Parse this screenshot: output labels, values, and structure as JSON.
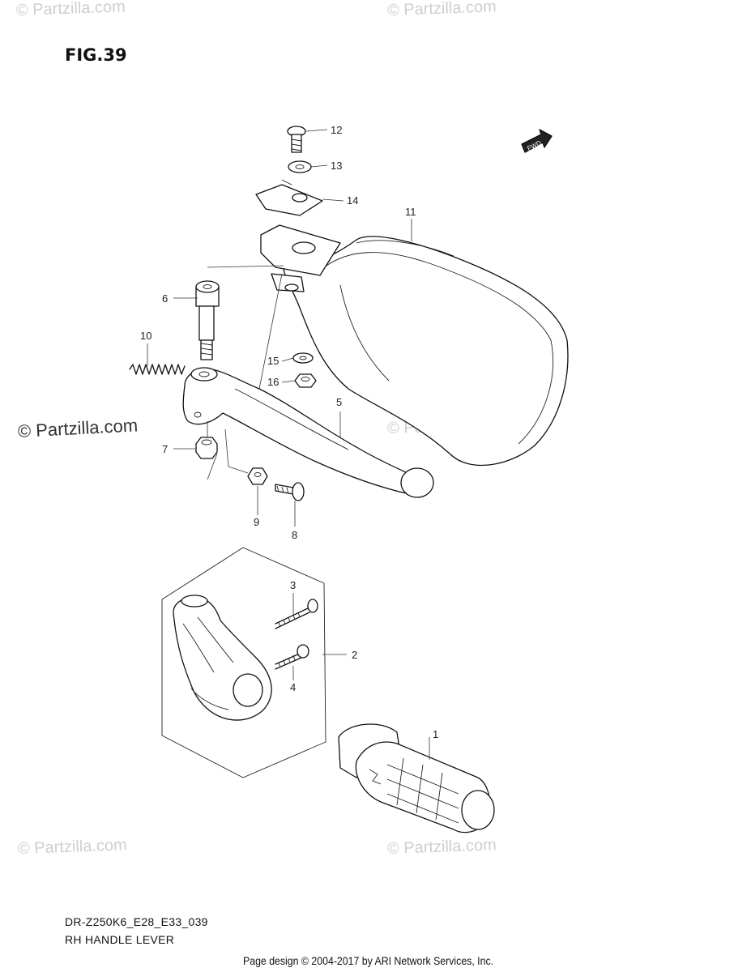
{
  "figure_title": "FIG.39",
  "watermarks": [
    "© Partzilla.com",
    "© Partzilla.com",
    "© Partzilla.com",
    "© Partzilla.com",
    "© Partzilla.com",
    "© Partzilla.com"
  ],
  "fwd_label": "FWD",
  "callouts": [
    "1",
    "2",
    "3",
    "4",
    "5",
    "6",
    "7",
    "8",
    "9",
    "10",
    "11",
    "12",
    "13",
    "14",
    "15",
    "16"
  ],
  "footer": {
    "model_code": "DR-Z250K6_E28_E33_039",
    "section_name": "RH HANDLE LEVER",
    "page_credit": "Page design © 2004-2017 by ARI Network Services, Inc."
  }
}
